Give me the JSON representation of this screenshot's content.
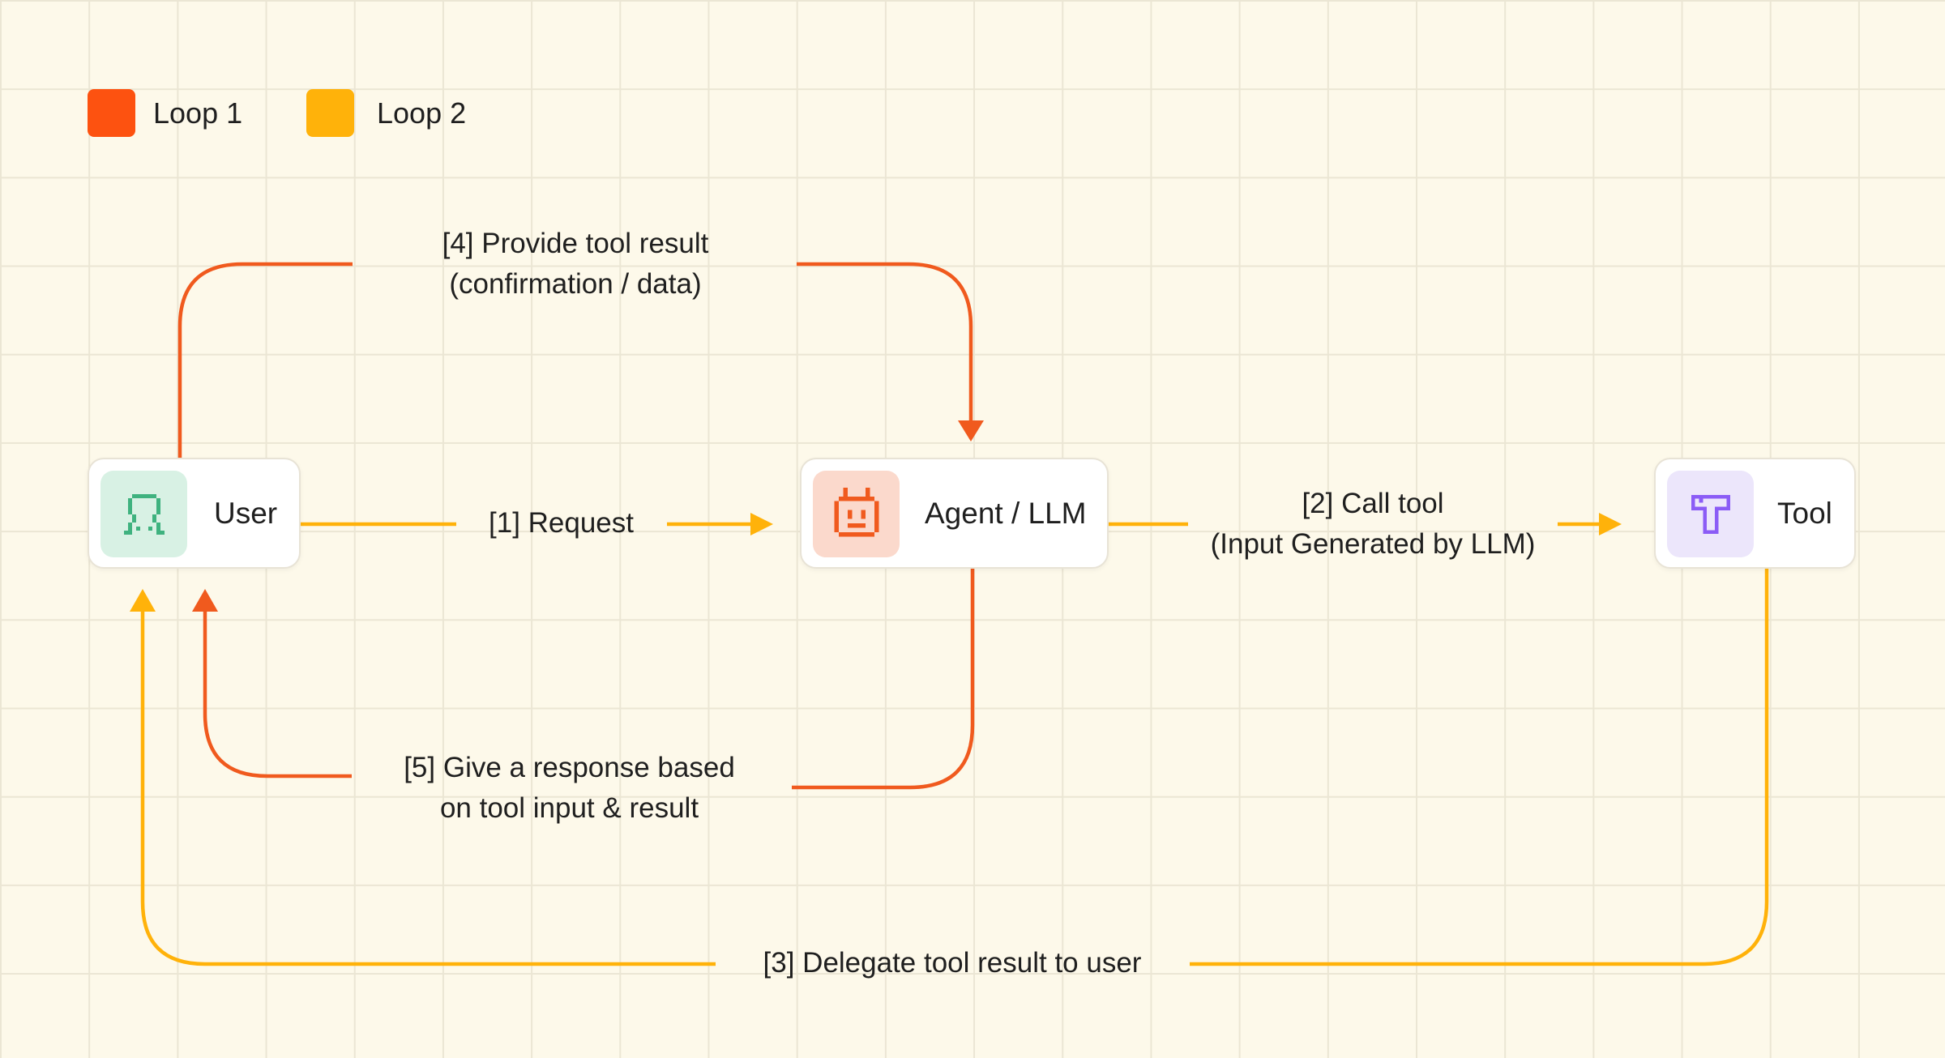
{
  "colors": {
    "background": "#fdf9ea",
    "loop1": "#f05a1e",
    "loop2": "#ffb20a",
    "user_icon_bg": "#d8f1e4",
    "user_icon_fg": "#3fb27f",
    "agent_icon_bg": "#fbd9cc",
    "agent_icon_fg": "#f05a1e",
    "tool_icon_bg": "#ece6fb",
    "tool_icon_fg": "#8b5cf6"
  },
  "legend": [
    {
      "label": "Loop 1",
      "color": "#fd5210"
    },
    {
      "label": "Loop 2",
      "color": "#ffb20a"
    }
  ],
  "nodes": {
    "user": {
      "label": "User",
      "icon": "person-icon"
    },
    "agent": {
      "label": "Agent / LLM",
      "icon": "robot-icon"
    },
    "tool": {
      "label": "Tool",
      "icon": "hammer-icon"
    }
  },
  "edges": {
    "e1": {
      "label": "[1] Request",
      "loop": "Loop 2"
    },
    "e2": {
      "line1": "[2] Call tool",
      "line2": "(Input Generated by LLM)",
      "loop": "Loop 2"
    },
    "e3": {
      "label": "[3] Delegate tool result to user",
      "loop": "Loop 2"
    },
    "e4": {
      "line1": "[4] Provide tool result",
      "line2": "(confirmation / data)",
      "loop": "Loop 1"
    },
    "e5": {
      "line1": "[5] Give a response based",
      "line2": "on tool input & result",
      "loop": "Loop 1"
    }
  }
}
